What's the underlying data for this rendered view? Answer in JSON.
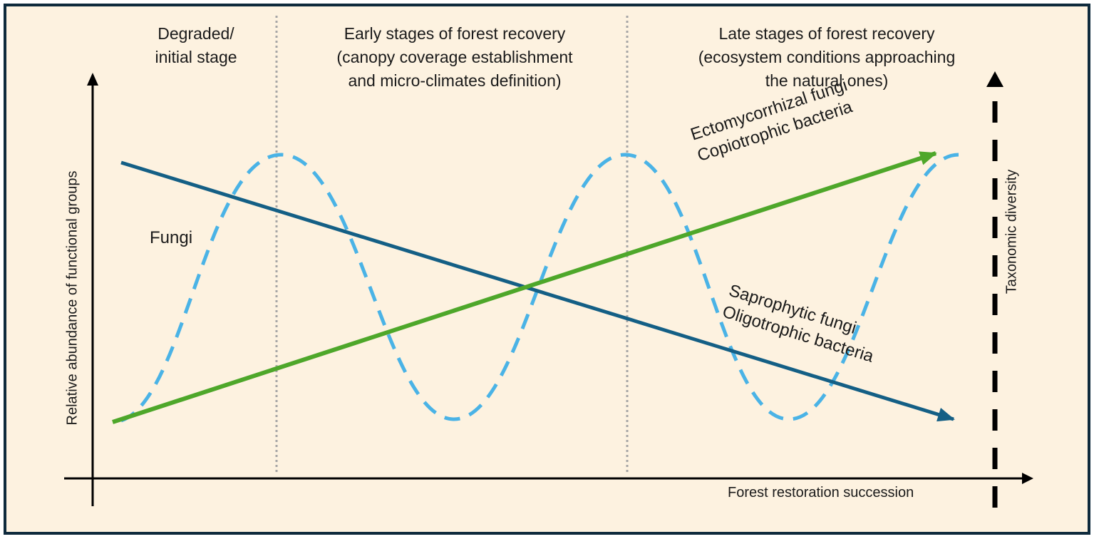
{
  "stages": [
    {
      "id": "degraded",
      "lines": [
        "Degraded/",
        "initial stage"
      ]
    },
    {
      "id": "early",
      "lines": [
        "Early stages of forest recovery",
        "(canopy coverage establishment",
        "and micro-climates definition)"
      ]
    },
    {
      "id": "late",
      "lines": [
        "Late stages of forest recovery",
        "(ecosystem conditions approaching",
        "the natural ones)"
      ]
    }
  ],
  "axes": {
    "y_label": "Relative abundance of functional groups",
    "x_label": "Forest restoration succession",
    "secondary_y_label": "Taxonomic diversity"
  },
  "series": {
    "fungi": {
      "label": "Fungi",
      "color": "#4ab3e6",
      "style": "dashed-oscillating"
    },
    "increasing": {
      "lines": [
        "Ectomycorrhizal fungi",
        "Copiotrophic bacteria"
      ],
      "color": "#4ea72a",
      "trend": "increasing"
    },
    "decreasing": {
      "lines": [
        "Saprophytic fungi",
        "Oligotrophic bacteria"
      ],
      "color": "#145f85",
      "trend": "decreasing"
    }
  },
  "colors": {
    "background": "#fdf2e0",
    "frame": "#0e2a3c",
    "axis": "#000000",
    "divider": "#a6a6a6"
  }
}
